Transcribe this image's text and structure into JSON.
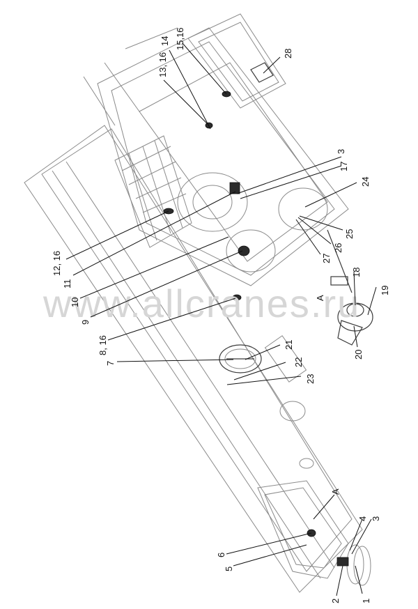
{
  "watermark": "www.allcranes.ru",
  "labels": {
    "l1": "1",
    "l2": "2",
    "l3": "3",
    "l3b": "3",
    "l4": "4",
    "l5": "5",
    "l6": "6",
    "l7": "7",
    "l8": "8, 16",
    "l9": "9",
    "l10": "10",
    "l11": "11",
    "l12": "12, 16",
    "l13": "13, 16",
    "l14": "14",
    "l15": "15,16",
    "l17": "17",
    "l18": "18",
    "l19": "19",
    "l20": "20",
    "l21": "21",
    "l22": "22",
    "l23": "23",
    "l24": "24",
    "l25": "25",
    "l26": "26",
    "l27": "27",
    "l28": "28",
    "lA1": "A",
    "lA2": "A"
  },
  "colors": {
    "line": "#8a8a8a",
    "dark": "#2b2b2b",
    "watermark": "#d6d6d6"
  }
}
